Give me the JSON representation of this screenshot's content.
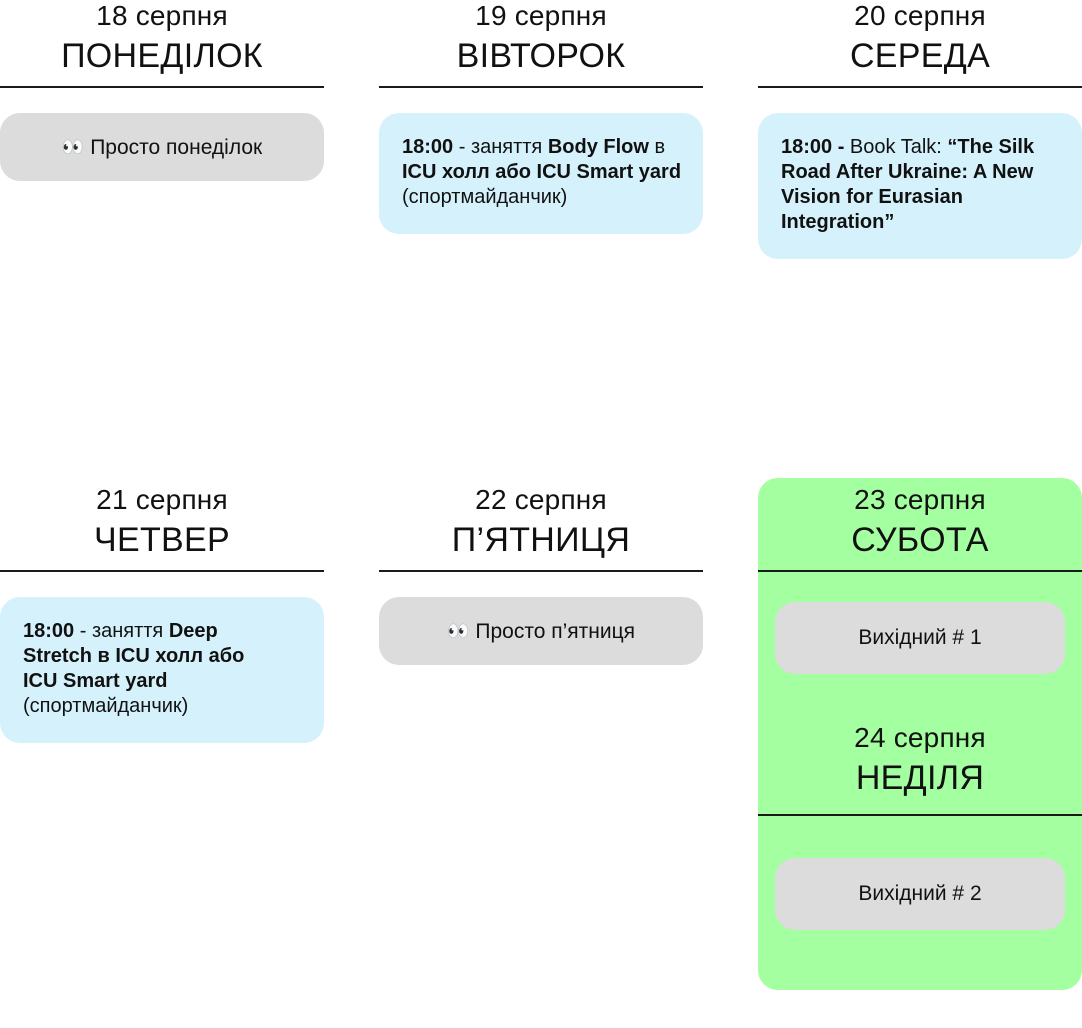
{
  "days": [
    {
      "date": "18 серпня",
      "name": "ПОНЕДІЛОК",
      "card": {
        "type": "gray",
        "icon": "eyes-icon",
        "text": "Просто понеділок"
      }
    },
    {
      "date": "19 серпня",
      "name": "ВІВТОРОК",
      "card": {
        "type": "blue",
        "time": "18:00",
        "sep": " - ",
        "pre": "заняття ",
        "bold": "Body Flow",
        "mid": " в ",
        "bold2": "ICU холл або ICU Smart yard",
        "post": "  (спортмайданчик)"
      }
    },
    {
      "date": "20 серпня",
      "name": "СЕРЕДА",
      "card": {
        "type": "blue",
        "time": "18:00 -",
        "pre": " Book Talk: ",
        "bold": "“The Silk Road After Ukraine: A New Vision for Eurasian Integration”"
      }
    },
    {
      "date": "21 серпня",
      "name": "ЧЕТВЕР",
      "card": {
        "type": "blue",
        "time": "18:00",
        "sep": " - ",
        "pre": "заняття ",
        "bold": "Deep Stretch в ICU холл або ICU Smart yard",
        "post": " (спортмайданчик)"
      }
    },
    {
      "date": "22 серпня",
      "name": "П’ЯТНИЦЯ",
      "card": {
        "type": "gray",
        "icon": "eyes-icon",
        "text": "Просто п’ятниця"
      }
    }
  ],
  "weekend": {
    "sat": {
      "date": "23 серпня",
      "name": "СУБОТА",
      "rest": "Вихідний # 1"
    },
    "sun": {
      "date": "24 серпня",
      "name": "НЕДІЛЯ",
      "rest": "Вихідний # 2"
    }
  },
  "colors": {
    "event_card": "#d5f2fc",
    "idle_card": "#dcdcdc",
    "weekend": "#a3ff9f"
  }
}
